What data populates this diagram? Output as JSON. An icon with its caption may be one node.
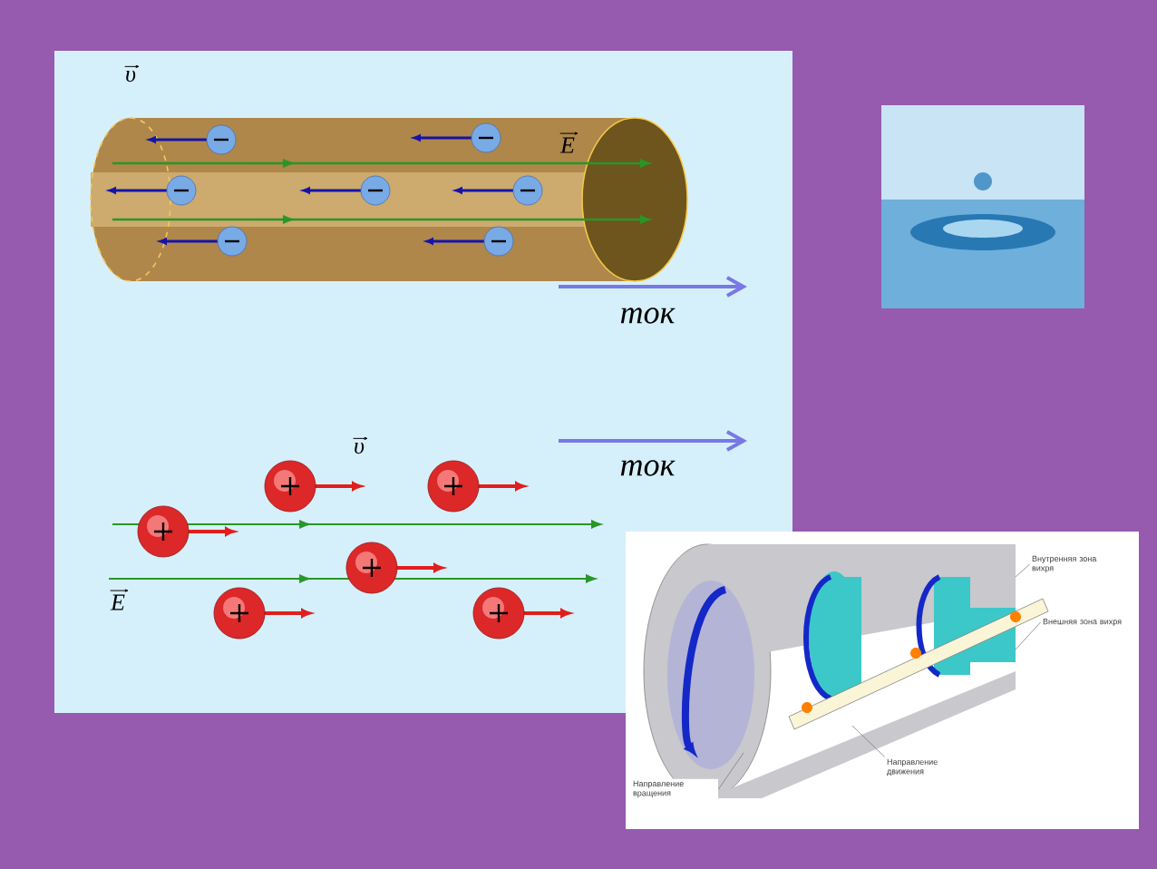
{
  "diagram": {
    "nodes": [
      {
        "text": [
          "Внутренняя зона вихря"
        ]
      },
      {
        "text": [
          "Внешняя зона вихря"
        ]
      },
      {
        "text": [
          "Направление движения"
        ]
      },
      {
        "text": [
          "Направление вращения"
        ]
      }
    ],
    "edges": [
      {
        "from": 0,
        "to": null,
        "arrow": "none"
      },
      {
        "from": 1,
        "to": null,
        "arrow": "none"
      },
      {
        "from": 2,
        "to": null,
        "arrow": "none"
      },
      {
        "from": 3,
        "to": null,
        "arrow": "none"
      }
    ],
    "labels": [
      "υ",
      "E",
      "ток",
      "υ",
      "ток",
      "E"
    ]
  }
}
